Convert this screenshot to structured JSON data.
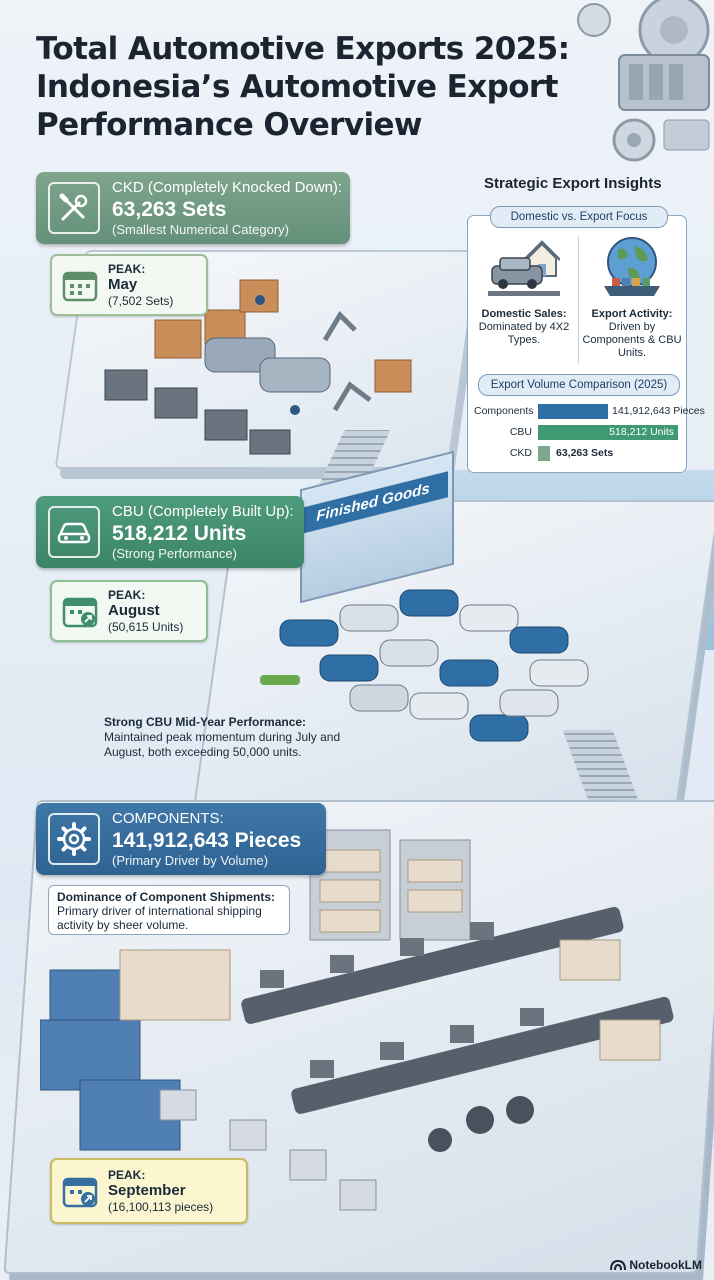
{
  "title": {
    "line1": "Total Automotive Exports 2025:",
    "line2": "Indonesia’s Automotive Export",
    "line3": "Performance Overview"
  },
  "ckd": {
    "label": "CKD (Completely Knocked Down):",
    "value": "63,263 Sets",
    "subtitle": "(Smallest Numerical Category)",
    "peak_label": "PEAK:",
    "peak_month": "May",
    "peak_value": "(7,502 Sets)",
    "icon": "wrench-screwdriver-icon"
  },
  "cbu": {
    "label": "CBU (Completely Built Up):",
    "value": "518,212 Units",
    "subtitle": "(Strong Performance)",
    "peak_label": "PEAK:",
    "peak_month": "August",
    "peak_value": "(50,615 Units)",
    "icon": "car-icon",
    "store_sign": "Finished Goods",
    "note_title": "Strong CBU Mid-Year Performance:",
    "note_body": "Maintained peak momentum during July and August, both exceeding 50,000 units."
  },
  "components": {
    "label": "COMPONENTS:",
    "value": "141,912,643 Pieces",
    "subtitle": "(Primary Driver by Volume)",
    "peak_label": "PEAK:",
    "peak_month": "September",
    "peak_value": "(16,100,113 pieces)",
    "icon": "gear-icon",
    "note_title": "Dominance of Component Shipments:",
    "note_body": "Primary driver of international shipping activity by sheer volume."
  },
  "insights": {
    "title": "Strategic Export Insights",
    "focus_pill": "Domestic vs. Export Focus",
    "domestic_title": "Domestic Sales:",
    "domestic_body": "Dominated by 4X2 Types.",
    "export_title": "Export Activity:",
    "export_body": "Driven by Components & CBU Units.",
    "volume_pill": "Export Volume Comparison (2025)",
    "domestic_icon": "house-suv-icon",
    "export_icon": "globe-ship-icon"
  },
  "chart_data": {
    "type": "bar",
    "title": "Export Volume Comparison (2025)",
    "categories": [
      "Components",
      "CBU",
      "CKD"
    ],
    "values": [
      141912643,
      518212,
      63263
    ],
    "value_labels": [
      "141,912,643 Pieces",
      "518,212 Units",
      "63,263 Sets"
    ],
    "colors": [
      "#2f6fa6",
      "#3f9a74",
      "#7fa58c"
    ]
  },
  "brand": "NotebookLM",
  "colors": {
    "ckd": "#6f9a82",
    "cbu": "#3f8d6f",
    "components": "#3670a0",
    "peak_highlight": "#fbf6cf"
  }
}
